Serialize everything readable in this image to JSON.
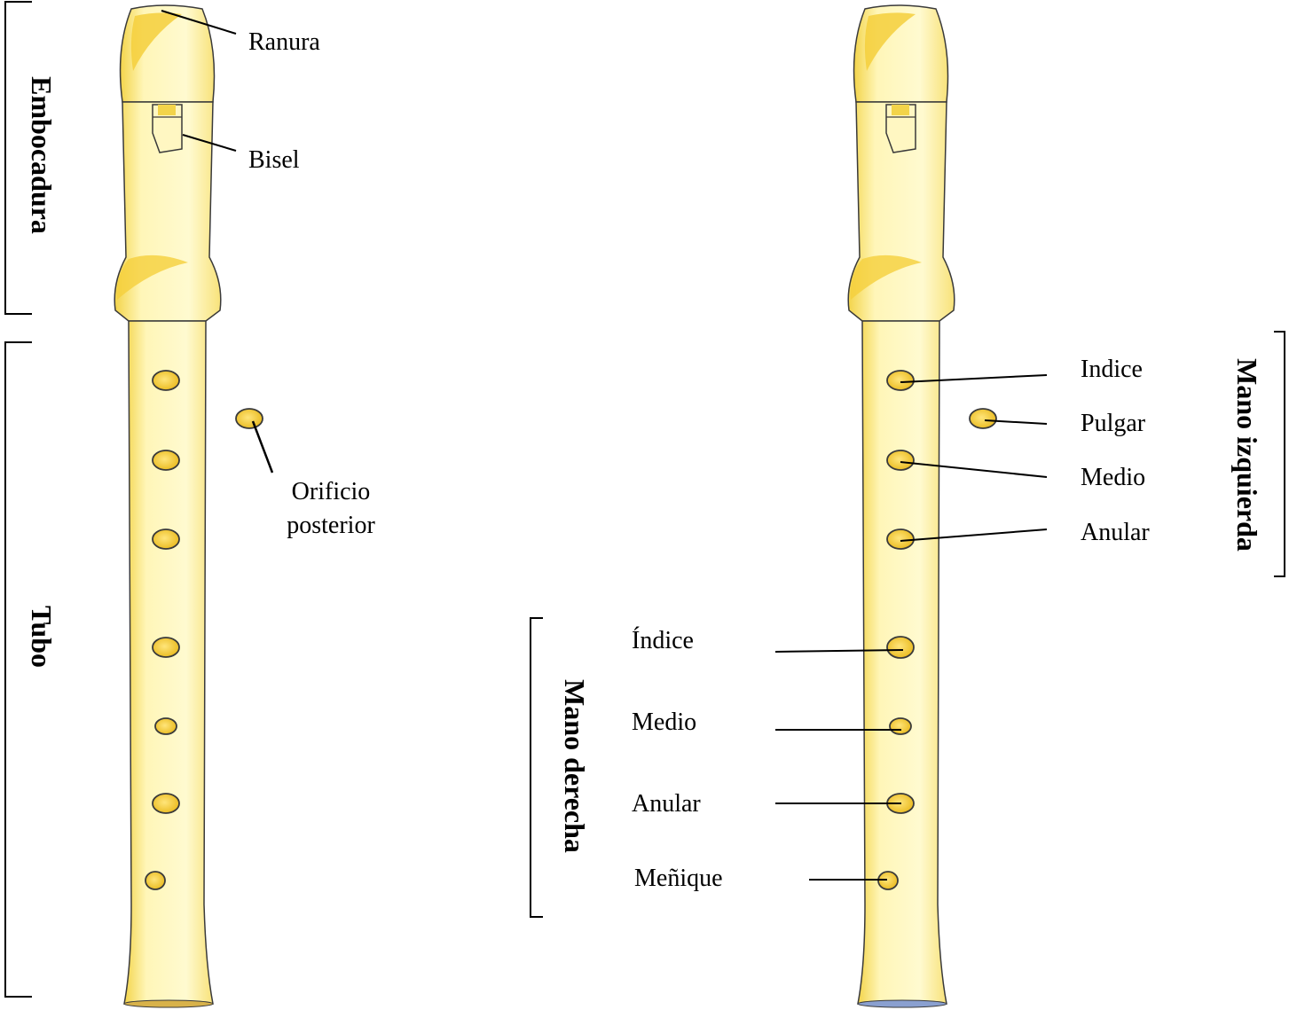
{
  "colors": {
    "body": "#fff4b0",
    "body_dark": "#f6dc5a",
    "outline": "#3a3a3a",
    "hole_fill": "#f7d23c",
    "hole_rim": "#c79a10",
    "leader": "#000000"
  },
  "left_recorder": {
    "labels": {
      "ranura": "Ranura",
      "bisel": "Bisel",
      "orificio_1": "Orificio",
      "orificio_2": "posterior"
    },
    "sections": {
      "embocadura": "Embocadura",
      "tubo": "Tubo"
    }
  },
  "right_recorder": {
    "left_hand": {
      "title": "Mano izquierda",
      "fingers": [
        "Indice",
        "Pulgar",
        "Medio",
        "Anular"
      ]
    },
    "right_hand": {
      "title": "Mano derecha",
      "fingers": [
        "Índice",
        "Medio",
        "Anular",
        "Meñique"
      ]
    }
  }
}
